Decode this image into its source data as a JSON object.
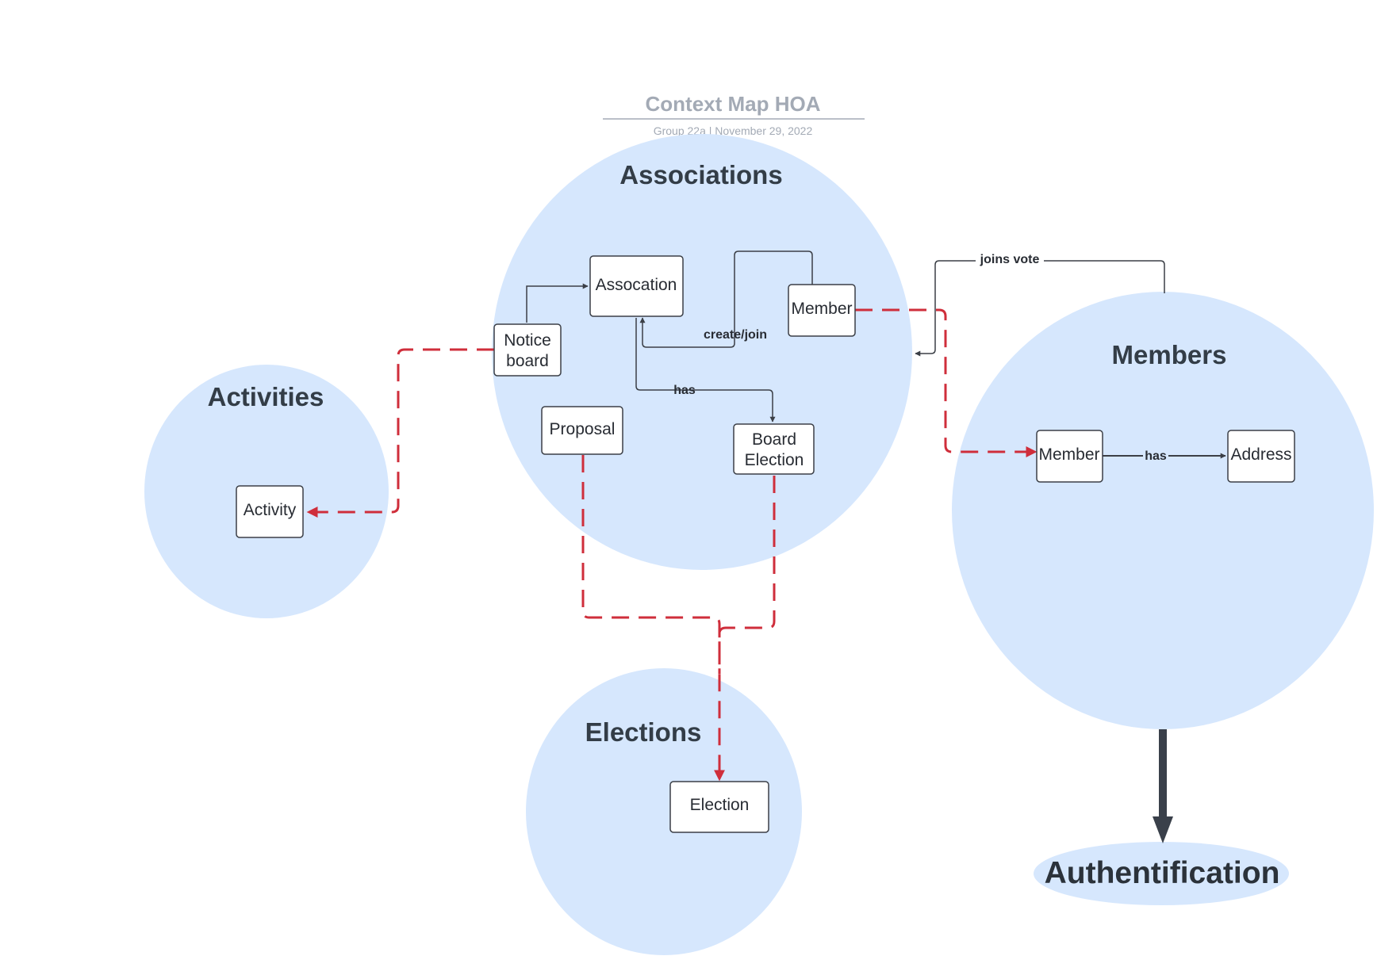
{
  "header": {
    "title": "Context Map HOA",
    "subtitle": "Group 22a  |  November 29, 2022"
  },
  "contexts": {
    "associations": "Associations",
    "activities": "Activities",
    "members": "Members",
    "elections": "Elections",
    "authentification": "Authentification"
  },
  "boxes": {
    "assocation": "Assocation",
    "member_assoc": "Member",
    "notice_line1": "Notice",
    "notice_line2": "board",
    "proposal": "Proposal",
    "board_line1": "Board",
    "board_line2": "Election",
    "activity": "Activity",
    "member_members": "Member",
    "address": "Address",
    "election": "Election"
  },
  "edge_labels": {
    "create_join": "create/join",
    "has_board": "has",
    "joins_vote": "joins vote",
    "has_address": "has"
  },
  "colors": {
    "context_fill": "#d6e7fd",
    "box_border": "#3b3f46",
    "dependency": "#cf2e3b",
    "title_gray": "#a3aab5"
  }
}
